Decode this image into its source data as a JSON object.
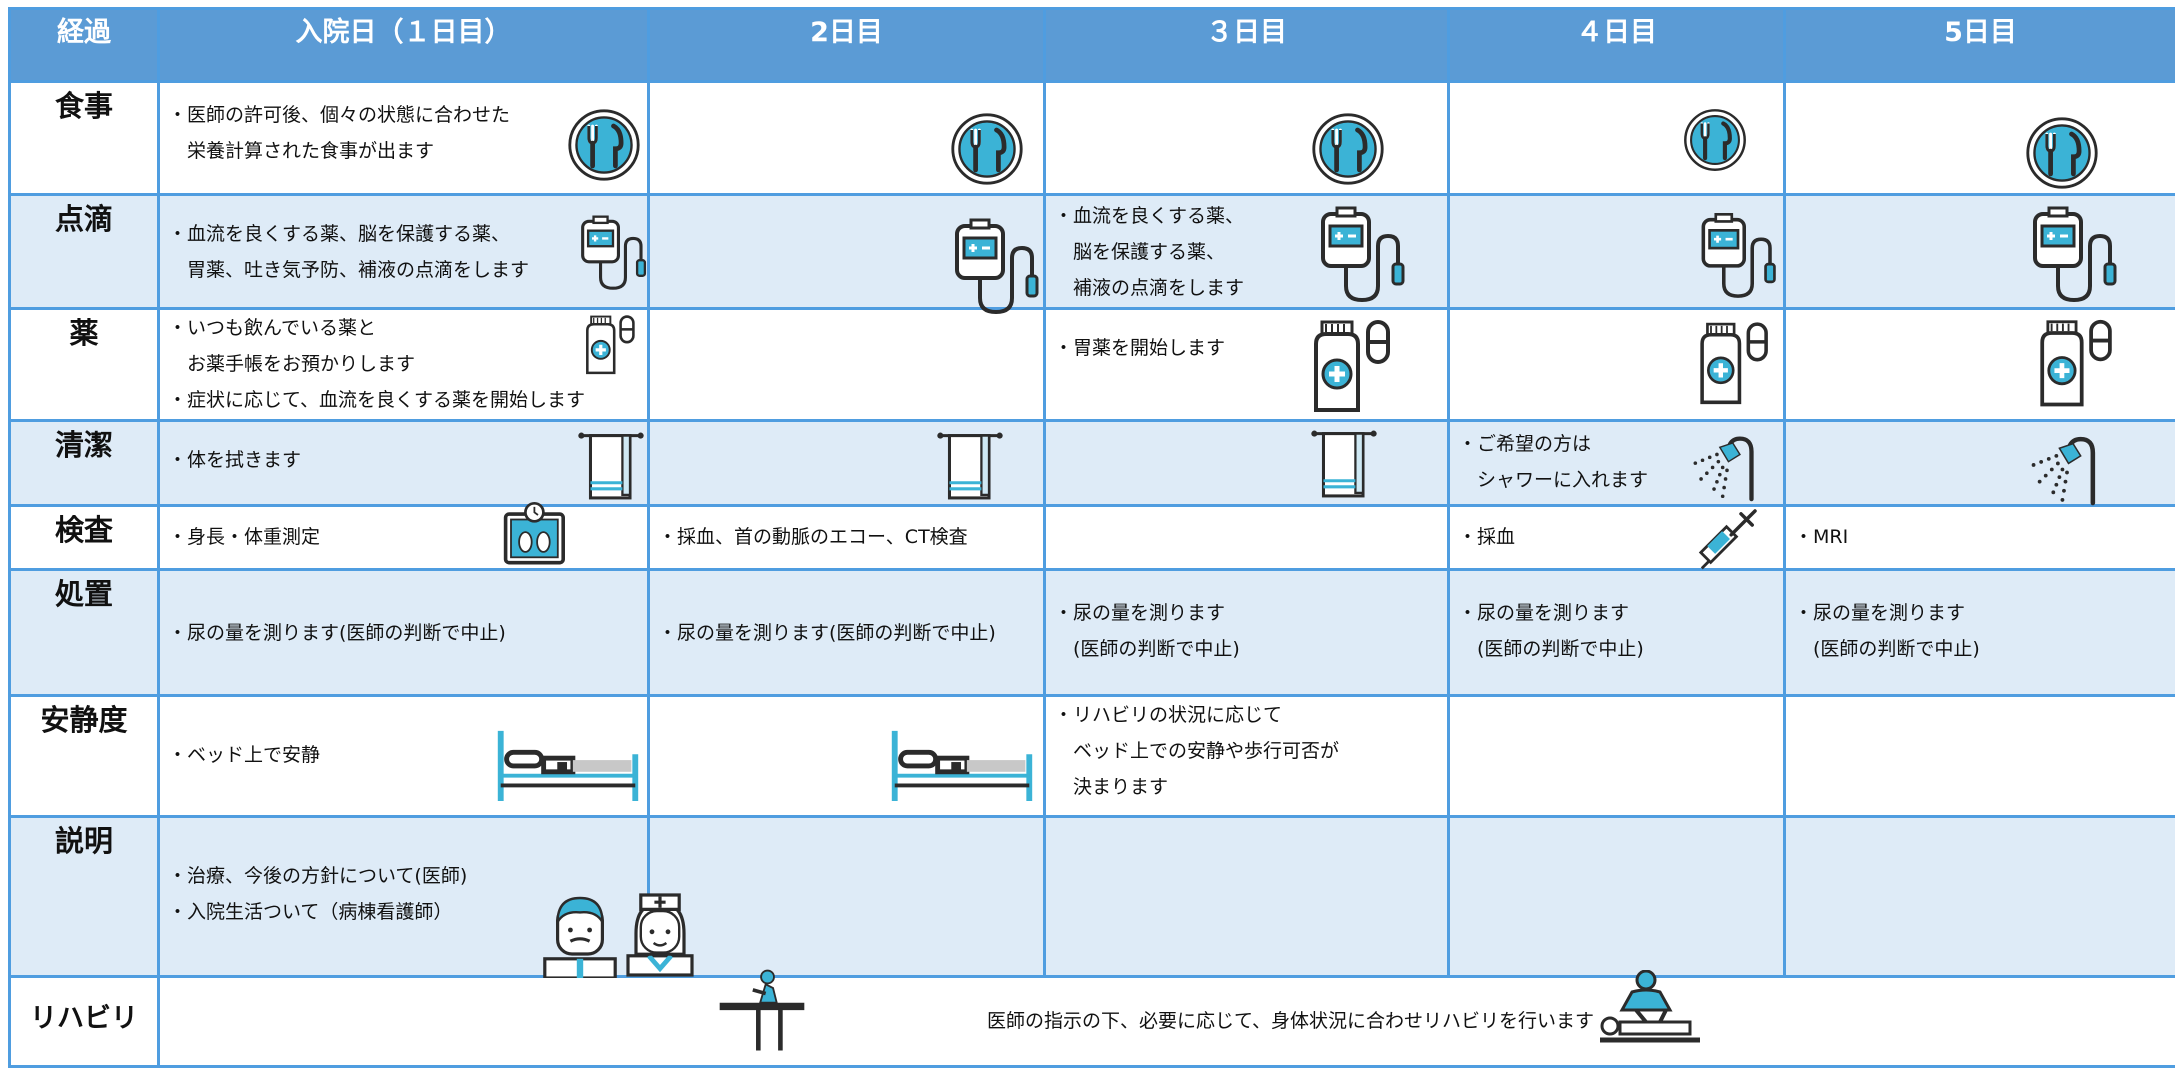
{
  "header": {
    "row_label": "経過",
    "days": [
      "入院日（１日目）",
      "2日目",
      "３日目",
      "４日目",
      "5日目"
    ]
  },
  "rows": [
    {
      "label": "食事",
      "cells": [
        [
          "・医師の許可後、個々の状態に合わせた",
          "　栄養計算された食事が出ます"
        ],
        [],
        [],
        [],
        []
      ]
    },
    {
      "label": "点滴",
      "cells": [
        [
          "・血流を良くする薬、脳を保護する薬、",
          "　胃薬、吐き気予防、補液の点滴をします"
        ],
        [],
        [
          "・血流を良くする薬、",
          "　脳を保護する薬、",
          "　補液の点滴をします"
        ],
        [],
        []
      ]
    },
    {
      "label": "薬",
      "cells": [
        [
          "・いつも飲んでいる薬と",
          "　お薬手帳をお預かりします",
          "・症状に応じて、血流を良くする薬を開始します"
        ],
        [],
        [
          "・胃薬を開始します"
        ],
        [],
        []
      ]
    },
    {
      "label": "清潔",
      "cells": [
        [
          "・体を拭きます"
        ],
        [],
        [],
        [
          "・ご希望の方は",
          "　シャワーに入れます"
        ],
        []
      ]
    },
    {
      "label": "検査",
      "cells": [
        [
          "・身長・体重測定"
        ],
        [
          "・採血、首の動脈のエコー、CT検査"
        ],
        [],
        [
          "・採血"
        ],
        [
          "・MRI"
        ]
      ]
    },
    {
      "label": "処置",
      "cells": [
        [
          "・尿の量を測ります(医師の判断で中止)"
        ],
        [
          "・尿の量を測ります(医師の判断で中止)"
        ],
        [
          "・尿の量を測ります",
          "　(医師の判断で中止)"
        ],
        [
          "・尿の量を測ります",
          "　(医師の判断で中止)"
        ],
        [
          "・尿の量を測ります",
          "　(医師の判断で中止)"
        ]
      ]
    },
    {
      "label": "安静度",
      "cells": [
        [
          "・ベッド上で安静"
        ],
        [],
        [
          "・リハビリの状況に応じて",
          "　ベッド上での安静や歩行可否が",
          "　決まります"
        ],
        [],
        []
      ]
    },
    {
      "label": "説明",
      "cells": [
        [
          "・治療、今後の方針について(医師)",
          "・入院生活ついて（病棟看護師）"
        ],
        [],
        [],
        [],
        []
      ]
    }
  ],
  "rehab": {
    "label": "リハビリ",
    "text": "医師の指示の下、必要に応じて、身体状況に合わせリハビリを行います"
  },
  "colors": {
    "header_bg": "#5b9bd5",
    "border": "#4f9de0",
    "shade_row": "#deebf7",
    "icon_teal": "#3bb3d6",
    "icon_dark": "#2b2b2b"
  }
}
